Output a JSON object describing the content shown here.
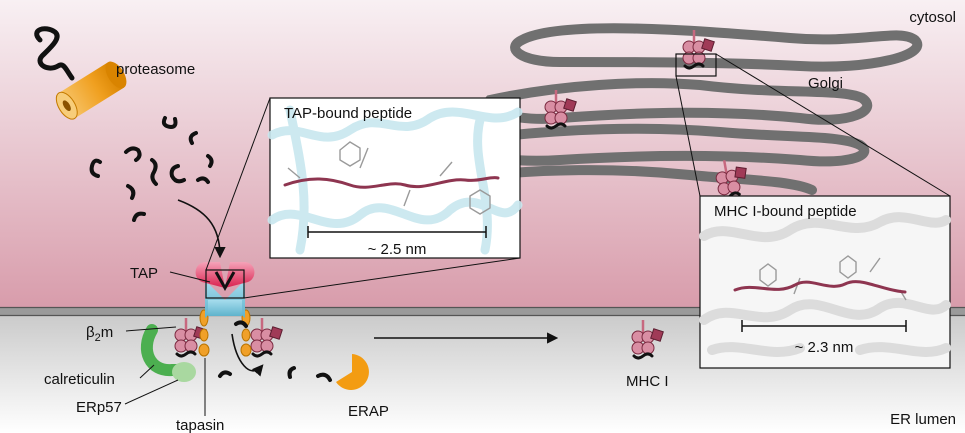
{
  "regions": {
    "cytosol": "cytosol",
    "er_lumen": "ER lumen",
    "golgi": "Golgi"
  },
  "components": {
    "proteasome": "proteasome",
    "tap": "TAP",
    "b2m_base": "β",
    "b2m_sub": "2",
    "b2m_suffix": "m",
    "calreticulin": "calreticulin",
    "erp57": "ERp57",
    "tapasin": "tapasin",
    "erap": "ERAP",
    "mhc1": "MHC I"
  },
  "insets": {
    "tap_peptide": {
      "title": "TAP-bound peptide",
      "scale": "~ 2.5 nm"
    },
    "mhc_peptide": {
      "title": "MHC I-bound peptide",
      "scale": "~ 2.3 nm"
    }
  },
  "colors": {
    "cytosol_top": "#f7eef1",
    "cytosol_bottom": "#d99fae",
    "lumen_top": "#cfcfcf",
    "lumen_bottom": "#ffffff",
    "golgi": "#6f6f6f",
    "mhc_pink": "#d98ea3",
    "mhc_dark": "#a03a57",
    "tap_red": "#e63f6a",
    "tap_blue": "#7fc7dc",
    "tapasin_orange": "#f0a028",
    "calreticulin_green": "#4caf50",
    "erp57_green": "#a9d8a0",
    "erap_orange": "#f39c12",
    "peptide": "#8e3550"
  }
}
